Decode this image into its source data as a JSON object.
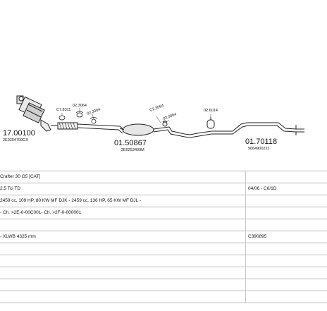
{
  "diagram": {
    "parts": [
      {
        "number": "17.00100",
        "code": "2E0254700GX"
      },
      {
        "number": "01.50867",
        "code": "2E0253409M"
      },
      {
        "number": "01.70118",
        "code": "9064900221"
      }
    ],
    "small_labels": [
      "C7.8311",
      "02.3064",
      "02.3064",
      "C2.3064",
      "02.3064",
      "02.6014"
    ]
  },
  "table": {
    "rows": [
      {
        "left": "Crafter 30 G5  [CAT]",
        "right": ""
      },
      {
        "left": "2.5 Tci TD",
        "right": "04/06 - C6/1D"
      },
      {
        "left": "2459 cc, 109 HP, 80 KW MF DJK - 2459 cc, 136 HP, 65 KW MF DJL -",
        "right": ""
      },
      {
        "left": "- Ch. >2E-0-00C001- Ch. >2F-0-000001",
        "right": ""
      },
      {
        "left": "",
        "right": ""
      },
      {
        "left": "- XLWB 4325 mm",
        "right": "C390895"
      },
      {
        "left": "",
        "right": ""
      },
      {
        "left": "",
        "right": ""
      },
      {
        "left": "",
        "right": ""
      },
      {
        "left": "",
        "right": ""
      },
      {
        "left": "",
        "right": ""
      }
    ]
  }
}
